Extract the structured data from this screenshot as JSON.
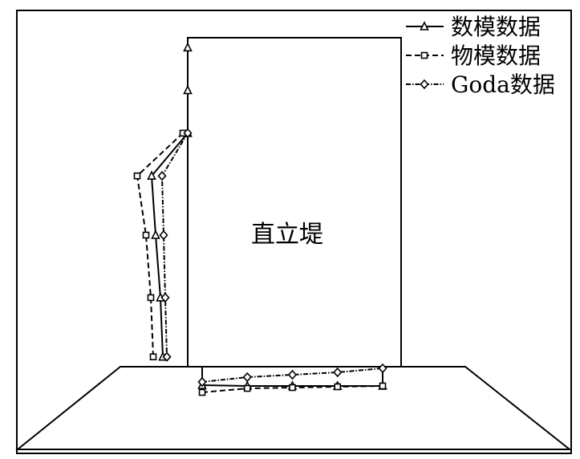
{
  "chart_data": {
    "type": "line",
    "title": "",
    "structure_label": "直立堤",
    "legend_position": "top-right",
    "wall_face": {
      "elevation_levels": [
        97,
        84,
        71,
        58,
        40,
        21,
        3
      ],
      "series": [
        {
          "name": "数模数据",
          "marker": "triangle",
          "style": "solid",
          "elevation": [
            97,
            84,
            71,
            58,
            40,
            21,
            3
          ],
          "pressure": [
            0,
            0,
            0,
            4.5,
            4.0,
            3.4,
            3.1
          ]
        },
        {
          "name": "物模数据",
          "marker": "square",
          "style": "dashed",
          "elevation": [
            71,
            58,
            40,
            21,
            3
          ],
          "pressure": [
            0.6,
            6.3,
            5.2,
            4.6,
            4.3
          ]
        },
        {
          "name": "Goda数据",
          "marker": "diamond",
          "style": "dashdot",
          "elevation": [
            71,
            58,
            40,
            21,
            3
          ],
          "pressure": [
            0,
            3.2,
            3.0,
            2.8,
            2.6
          ]
        }
      ]
    },
    "base_uplift": {
      "positions": [
        0,
        1,
        2,
        3,
        4
      ],
      "series": [
        {
          "name": "数模数据",
          "pressure": [
            2.3,
            2.4,
            2.4,
            2.4,
            2.4
          ]
        },
        {
          "name": "物模数据",
          "pressure": [
            3.2,
            2.7,
            2.6,
            2.5,
            2.4
          ]
        },
        {
          "name": "Goda数据",
          "pressure": [
            1.9,
            1.3,
            1.0,
            0.7,
            0.2
          ]
        }
      ]
    }
  }
}
